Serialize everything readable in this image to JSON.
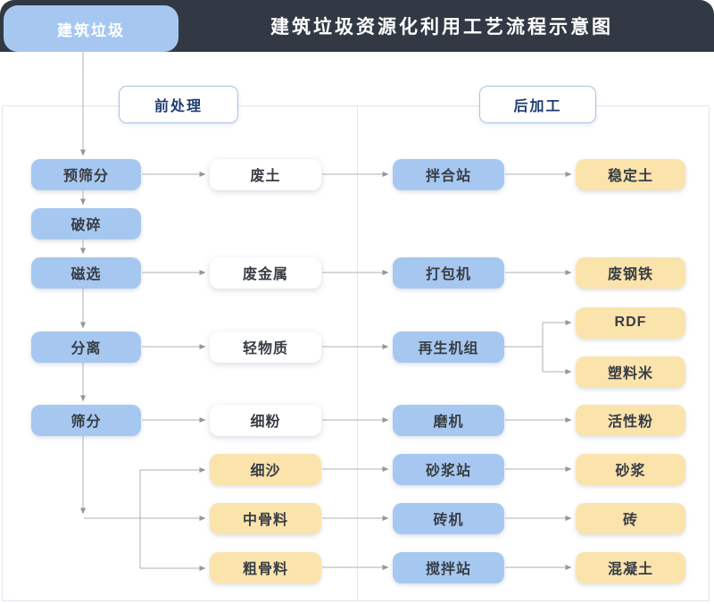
{
  "header": {
    "tab_label": "建筑垃圾",
    "title": "建筑垃圾资源化利用工艺流程示意图"
  },
  "sections": {
    "pre": "前处理",
    "post": "后加工"
  },
  "colors": {
    "header_bg": "#323945",
    "tab_blue": "#a6c8f0",
    "node_blue": "#a6c8f0",
    "node_yellow": "#fbe3ac",
    "node_white": "#ffffff",
    "section_label_text": "#1e3c6f",
    "section_label_border": "#a9c3e6",
    "arrow_line": "#aeb1b6",
    "border_line": "#e0e5f0"
  },
  "nodes": [
    {
      "label": "预筛分",
      "type": "process",
      "col": 0,
      "row": 0
    },
    {
      "label": "破碎",
      "type": "process",
      "col": 0,
      "row": 1
    },
    {
      "label": "磁选",
      "type": "process",
      "col": 0,
      "row": 2
    },
    {
      "label": "分离",
      "type": "process",
      "col": 0,
      "row": 4
    },
    {
      "label": "筛分",
      "type": "process",
      "col": 0,
      "row": 6
    },
    {
      "label": "废土",
      "type": "byproduct",
      "col": 1,
      "row": 0
    },
    {
      "label": "废金属",
      "type": "byproduct",
      "col": 1,
      "row": 2
    },
    {
      "label": "轻物质",
      "type": "byproduct",
      "col": 1,
      "row": 4
    },
    {
      "label": "细粉",
      "type": "byproduct",
      "col": 1,
      "row": 6
    },
    {
      "label": "细沙",
      "type": "material",
      "col": 1,
      "row": 7
    },
    {
      "label": "中骨料",
      "type": "material",
      "col": 1,
      "row": 8
    },
    {
      "label": "粗骨料",
      "type": "material",
      "col": 1,
      "row": 9
    },
    {
      "label": "拌合站",
      "type": "machine",
      "col": 2,
      "row": 0
    },
    {
      "label": "打包机",
      "type": "machine",
      "col": 2,
      "row": 2
    },
    {
      "label": "再生机组",
      "type": "machine",
      "col": 2,
      "row": 4
    },
    {
      "label": "磨机",
      "type": "machine",
      "col": 2,
      "row": 6
    },
    {
      "label": "砂浆站",
      "type": "machine",
      "col": 2,
      "row": 7
    },
    {
      "label": "砖机",
      "type": "machine",
      "col": 2,
      "row": 8
    },
    {
      "label": "搅拌站",
      "type": "machine",
      "col": 2,
      "row": 9
    },
    {
      "label": "稳定土",
      "type": "material",
      "col": 3,
      "row": 0
    },
    {
      "label": "废钢铁",
      "type": "material",
      "col": 3,
      "row": 2
    },
    {
      "label": "RDF",
      "type": "material",
      "col": 3,
      "row": 3
    },
    {
      "label": "塑料米",
      "type": "material",
      "col": 3,
      "row": 5
    },
    {
      "label": "活性粉",
      "type": "material",
      "col": 3,
      "row": 6
    },
    {
      "label": "砂浆",
      "type": "material",
      "col": 3,
      "row": 7
    },
    {
      "label": "砖",
      "type": "material",
      "col": 3,
      "row": 8
    },
    {
      "label": "混凝土",
      "type": "material",
      "col": 3,
      "row": 9
    }
  ]
}
